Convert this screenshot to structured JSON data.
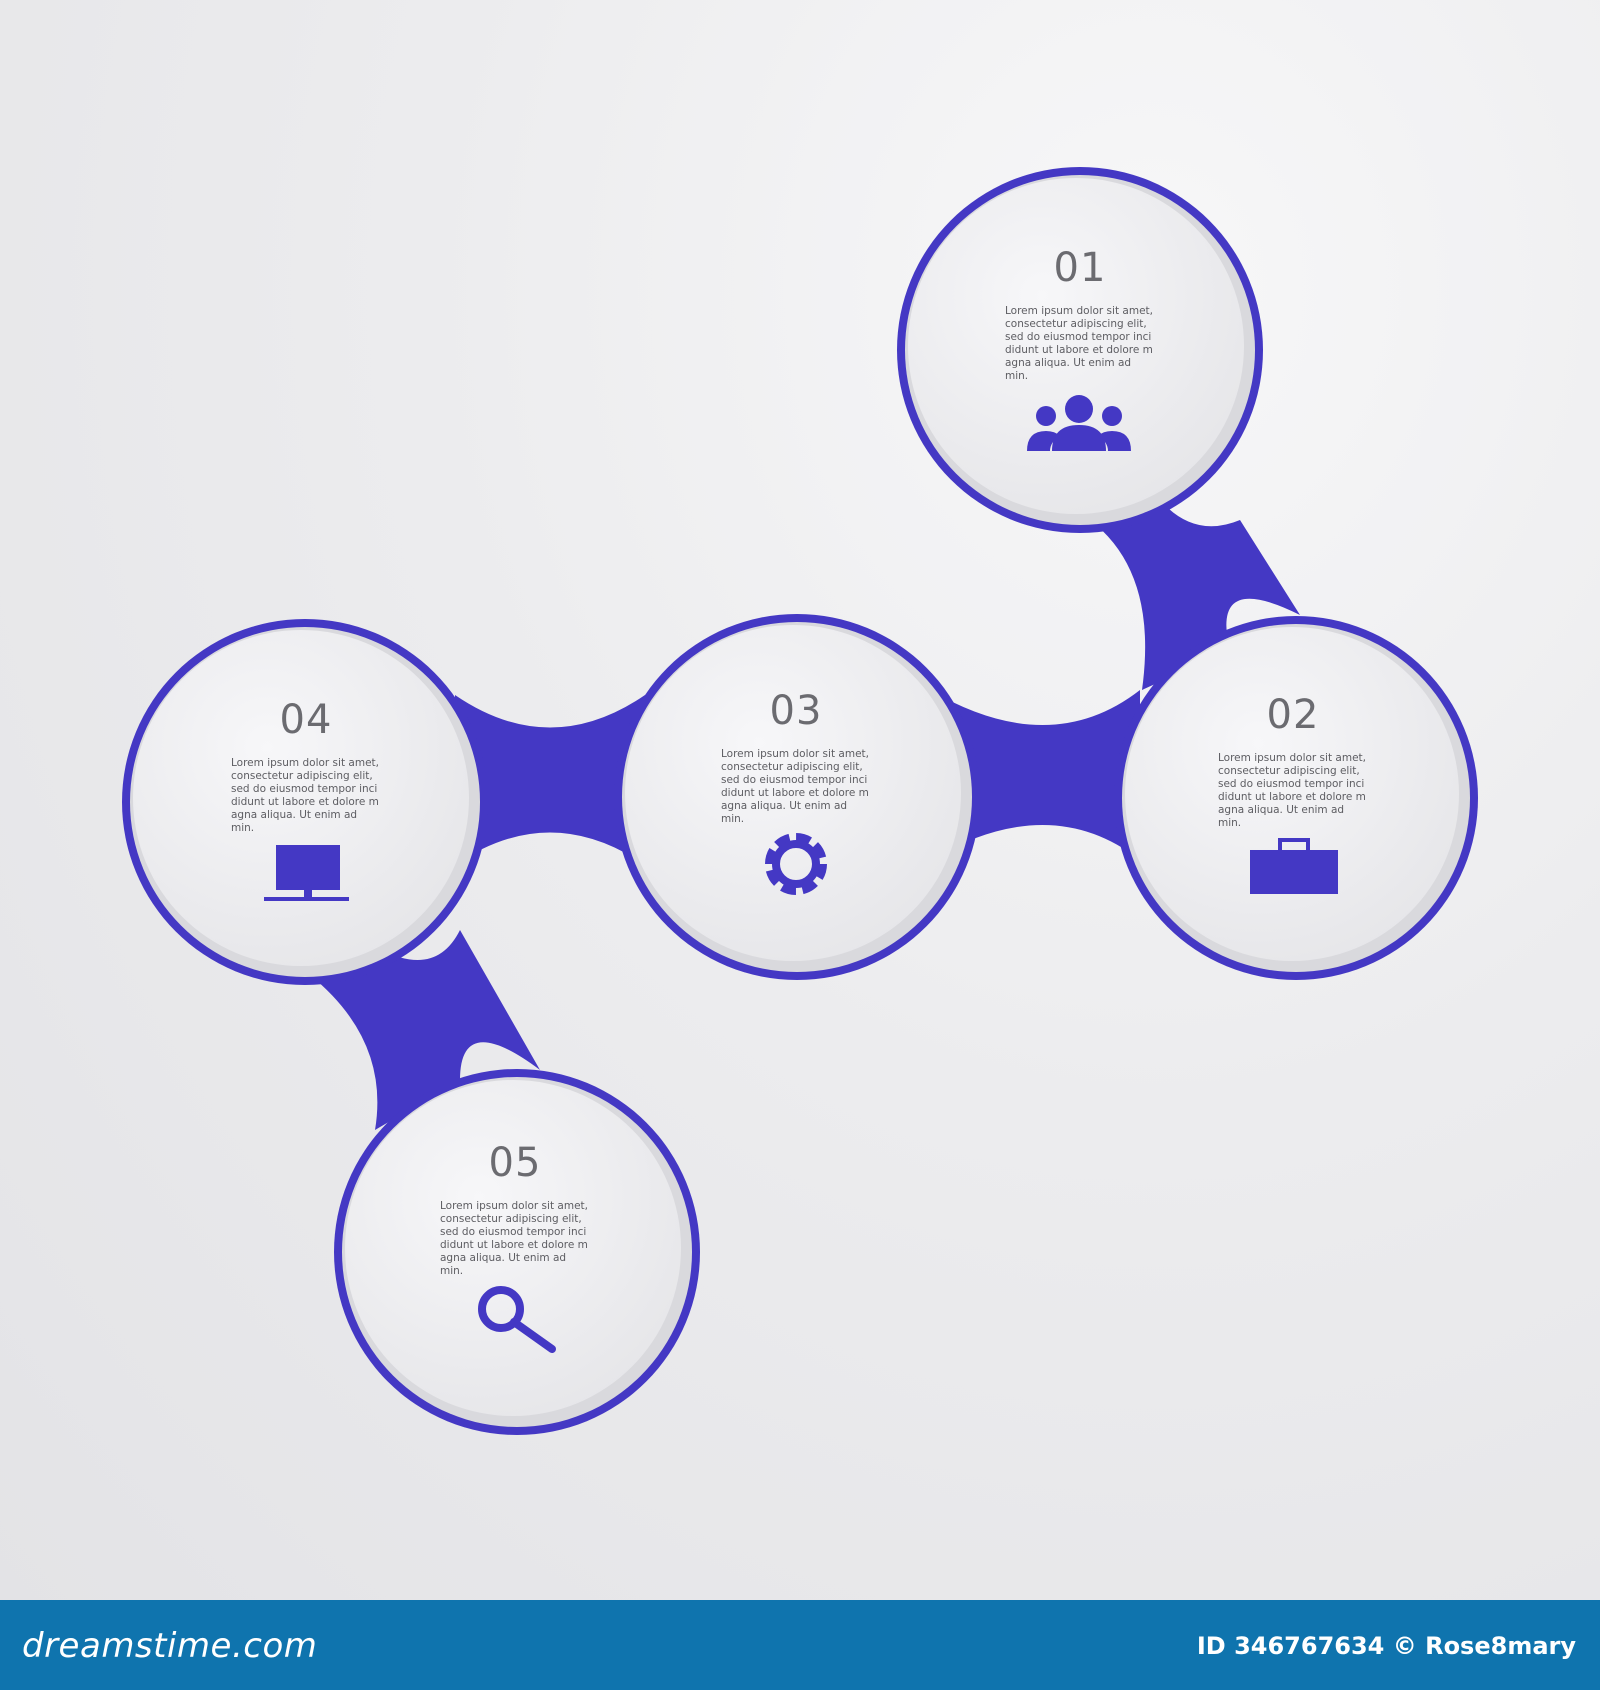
{
  "colors": {
    "accent": "#4438c4",
    "circle_fill": "#f1f1f3",
    "text": "#6b6b70",
    "footer_bg": "#0f74ae"
  },
  "steps": [
    {
      "number": "01",
      "text": "Lorem ipsum dolor sit amet,\nconsectetur adipiscing elit,\nsed do eiusmod tempor inci\ndidunt ut labore et dolore m\nagna aliqua. Ut enim ad min.",
      "icon": "people-icon"
    },
    {
      "number": "02",
      "text": "Lorem ipsum dolor sit amet,\nconsectetur adipiscing elit,\nsed do eiusmod tempor inci\ndidunt ut labore et dolore m\nagna aliqua. Ut enim ad min.",
      "icon": "briefcase-icon"
    },
    {
      "number": "03",
      "text": "Lorem ipsum dolor sit amet,\nconsectetur adipiscing elit,\nsed do eiusmod tempor inci\ndidunt ut labore et dolore m\nagna aliqua. Ut enim ad min.",
      "icon": "gear-icon"
    },
    {
      "number": "04",
      "text": "Lorem ipsum dolor sit amet,\nconsectetur adipiscing elit,\nsed do eiusmod tempor inci\ndidunt ut labore et dolore m\nagna aliqua. Ut enim ad min.",
      "icon": "monitor-icon"
    },
    {
      "number": "05",
      "text": "Lorem ipsum dolor sit amet,\nconsectetur adipiscing elit,\nsed do eiusmod tempor inci\ndidunt ut labore et dolore m\nagna aliqua. Ut enim ad min.",
      "icon": "magnifier-icon"
    }
  ],
  "footer": {
    "logo": "dreamstime.com",
    "credit": "ID 346767634 © Rose8mary"
  }
}
